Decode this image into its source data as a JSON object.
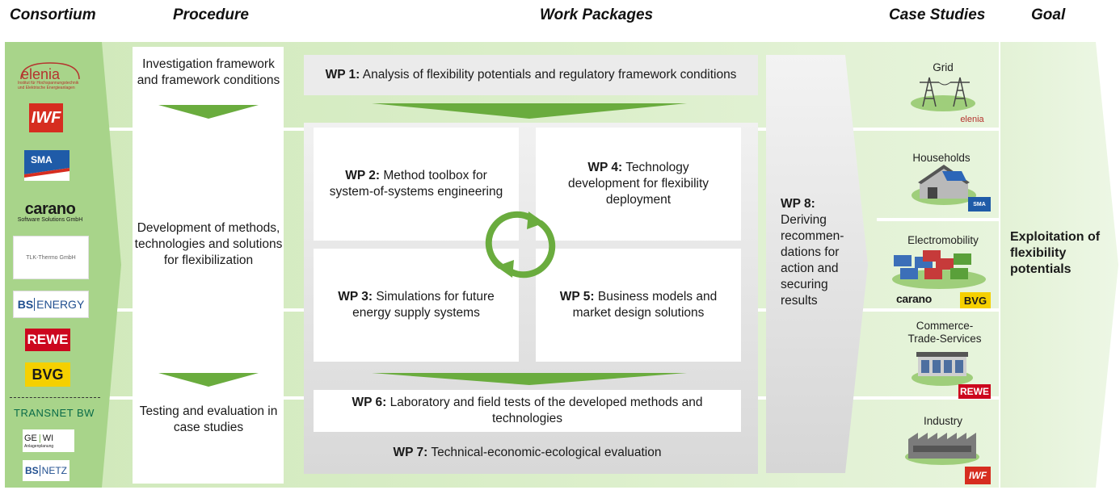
{
  "headers": {
    "consortium": "Consortium",
    "procedure": "Procedure",
    "work_packages": "Work Packages",
    "case_studies": "Case Studies",
    "goal": "Goal"
  },
  "consortium_logos": [
    "elenia",
    "IWF",
    "SMA",
    "carano",
    "TLK Thermo GmbH",
    "BS|ENERGY",
    "REWE",
    "BVG",
    "TRANSNET BW",
    "GE WI",
    "BS|NETZ"
  ],
  "logo_text": {
    "elenia_sub": "Institut für Hochspannungstechnik und Elektrische Energieanlagen",
    "carano_sub": "Software Solutions GmbH",
    "tlk_sub": "TLK-Thermo GmbH",
    "gewi_sub": "Anlagenplanung"
  },
  "procedure": {
    "step1": "Investigation framework and framework conditions",
    "step2": "Development of methods, technologies and solutions for flexibilization",
    "step3": "Testing and evaluation in case studies"
  },
  "work_packages": {
    "wp1": {
      "id": "WP 1:",
      "text": "Analysis of flexibility potentials and regulatory framework conditions"
    },
    "wp2": {
      "id": "WP 2:",
      "text": "Method toolbox for system-of-systems engineering"
    },
    "wp3": {
      "id": "WP 3:",
      "text": "Simulations for future energy supply systems"
    },
    "wp4": {
      "id": "WP 4:",
      "text": "Technology development for flexibility deployment"
    },
    "wp5": {
      "id": "WP 5:",
      "text": "Business models and market design solutions"
    },
    "wp6": {
      "id": "WP 6:",
      "text": "Laboratory and field tests of the developed methods and technologies"
    },
    "wp7": {
      "id": "WP 7:",
      "text": "Technical-economic-ecological evaluation"
    },
    "wp8": {
      "id": "WP 8:",
      "text": "Deriving recommen-dations for action and securing results"
    }
  },
  "case_studies": [
    {
      "label": "Grid",
      "icon": "transmission-tower-icon",
      "logos": [
        "elenia"
      ]
    },
    {
      "label": "Households",
      "icon": "house-solar-icon",
      "logos": [
        "SMA"
      ]
    },
    {
      "label": "Electromobility",
      "icon": "electric-cars-icon",
      "logos": [
        "carano",
        "BVG"
      ]
    },
    {
      "label": "Commerce-Trade-Services",
      "icon": "shop-icon",
      "logos": [
        "REWE"
      ]
    },
    {
      "label": "Industry",
      "icon": "factory-icon",
      "logos": [
        "IWF"
      ]
    }
  ],
  "goal": "Exploitation of flexibility potentials",
  "colors": {
    "band_green": "#d6ecc4",
    "dark_green": "#a9d38a",
    "arrow_green": "#6aac3e",
    "panel_gray": "#e6e6e6",
    "elenia_red": "#b5332e",
    "iwf_red": "#d62d20",
    "sma_blue": "#1f5ba8",
    "bvg_yellow": "#f5d000",
    "rewe_red": "#cc071e",
    "transnet_green": "#0a6b48"
  }
}
